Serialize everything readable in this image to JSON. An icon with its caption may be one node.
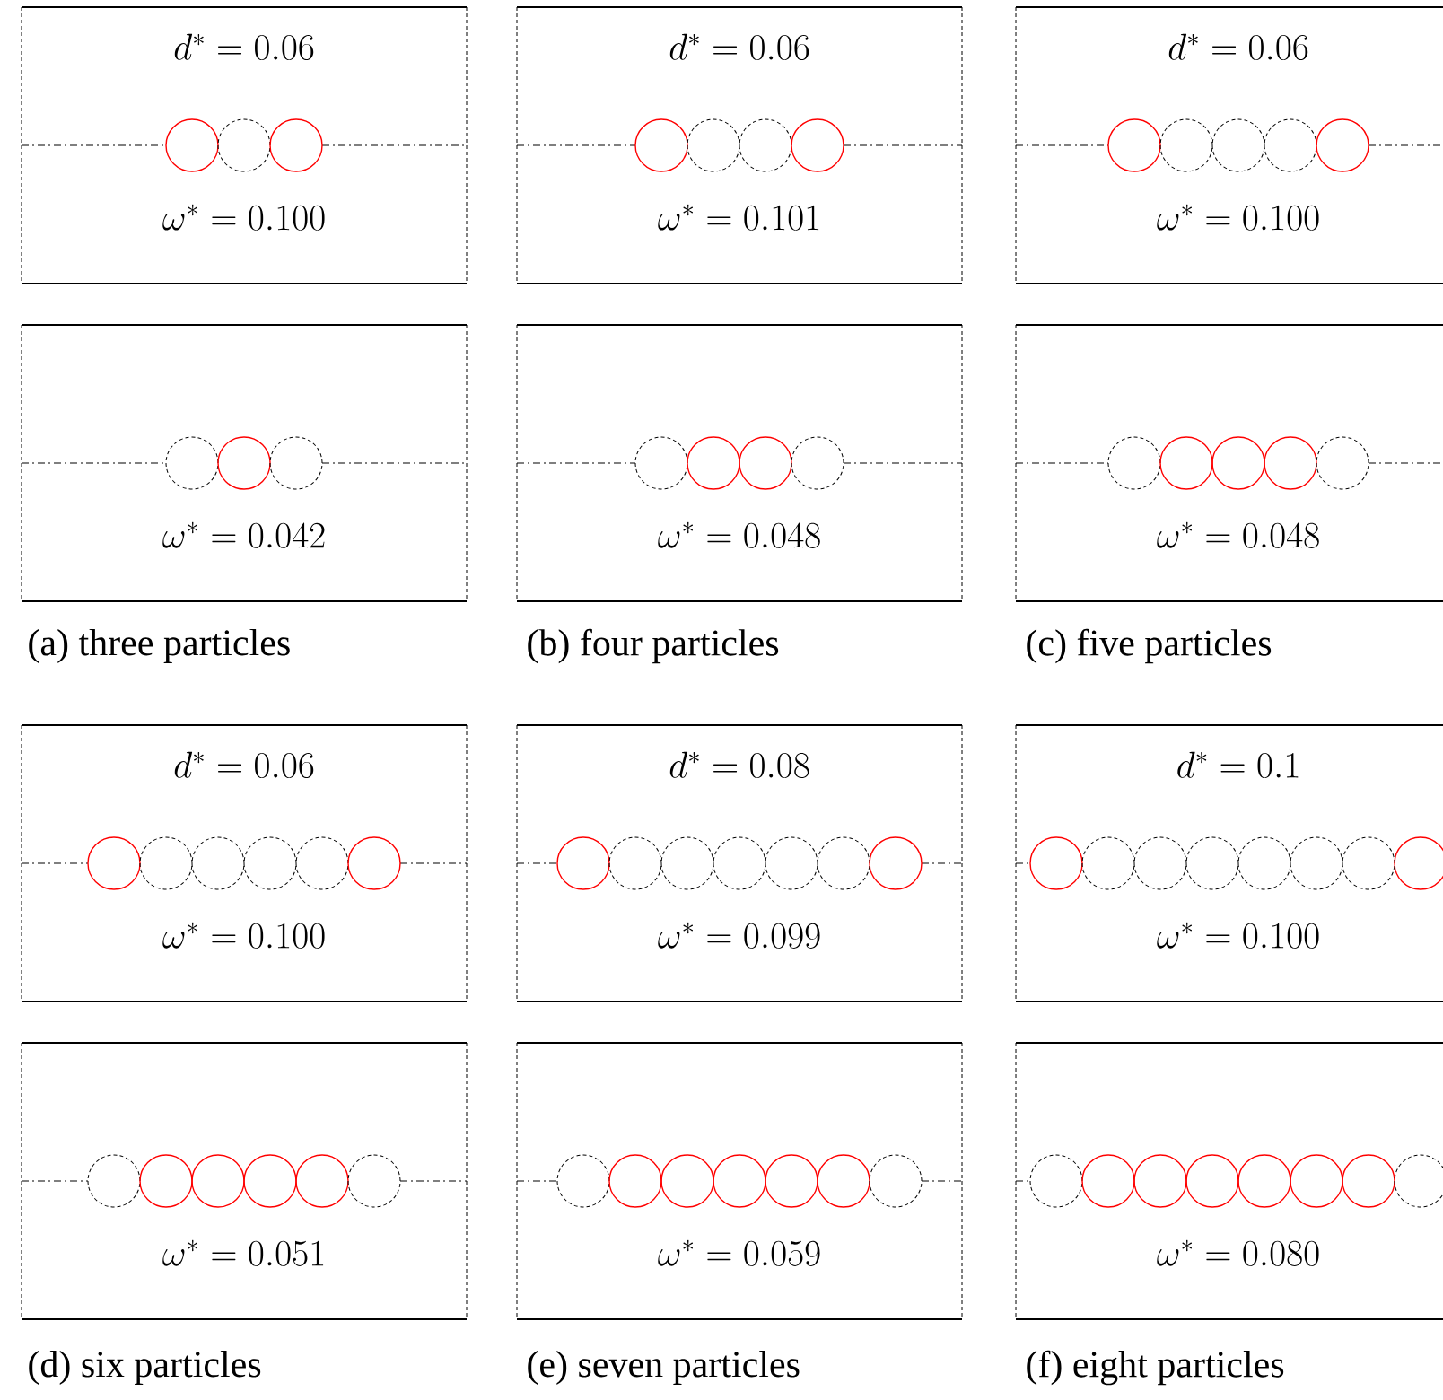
{
  "diagram": {
    "nodes": [
      {
        "text": [
          "d^* = 0.06",
          "\\omega^* = 0.100"
        ]
      },
      {
        "text": [
          "d^* = 0.06",
          "\\omega^* = 0.101"
        ]
      },
      {
        "text": [
          "d^* = 0.06",
          "\\omega^* = 0.100"
        ]
      },
      {
        "text": [
          "\\omega^* = 0.042"
        ]
      },
      {
        "text": [
          "\\omega^* = 0.048"
        ]
      },
      {
        "text": [
          "\\omega^* = 0.048"
        ]
      },
      {
        "text": [
          "d^* = 0.06",
          "\\omega^* = 0.100"
        ]
      },
      {
        "text": [
          "d^* = 0.08",
          "\\omega^* = 0.099"
        ]
      },
      {
        "text": [
          "d^* = 0.1",
          "\\omega^* = 0.100"
        ]
      },
      {
        "text": [
          "\\omega^* = 0.051"
        ]
      },
      {
        "text": [
          "\\omega^* = 0.059"
        ]
      },
      {
        "text": [
          "\\omega^* = 0.080"
        ]
      }
    ],
    "labels": [
      "(a) three particles",
      "(b) four particles",
      "(c) five particles",
      "(d) six particles",
      "(e) seven particles",
      "(f) eight particles"
    ]
  }
}
